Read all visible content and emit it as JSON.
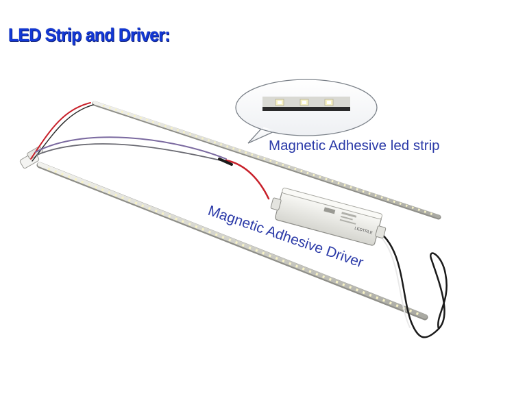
{
  "title": "LED Strip and Driver:",
  "labels": {
    "strip": "Magnetic Adhesive led strip",
    "driver": "Magnetic Adhesive Driver"
  },
  "driver_box_text": "LEDTRLE",
  "colors": {
    "title": "#1238d6",
    "label": "#2b3aa8",
    "strip_body": "#dcdcd4",
    "led_chip": "#f5f1c8",
    "wire_red": "#c8202a",
    "wire_black": "#1a1a1a",
    "driver_case": "#f3f3ef"
  },
  "icons": [
    "led-strip",
    "led-driver",
    "speech-bubble",
    "cable"
  ]
}
